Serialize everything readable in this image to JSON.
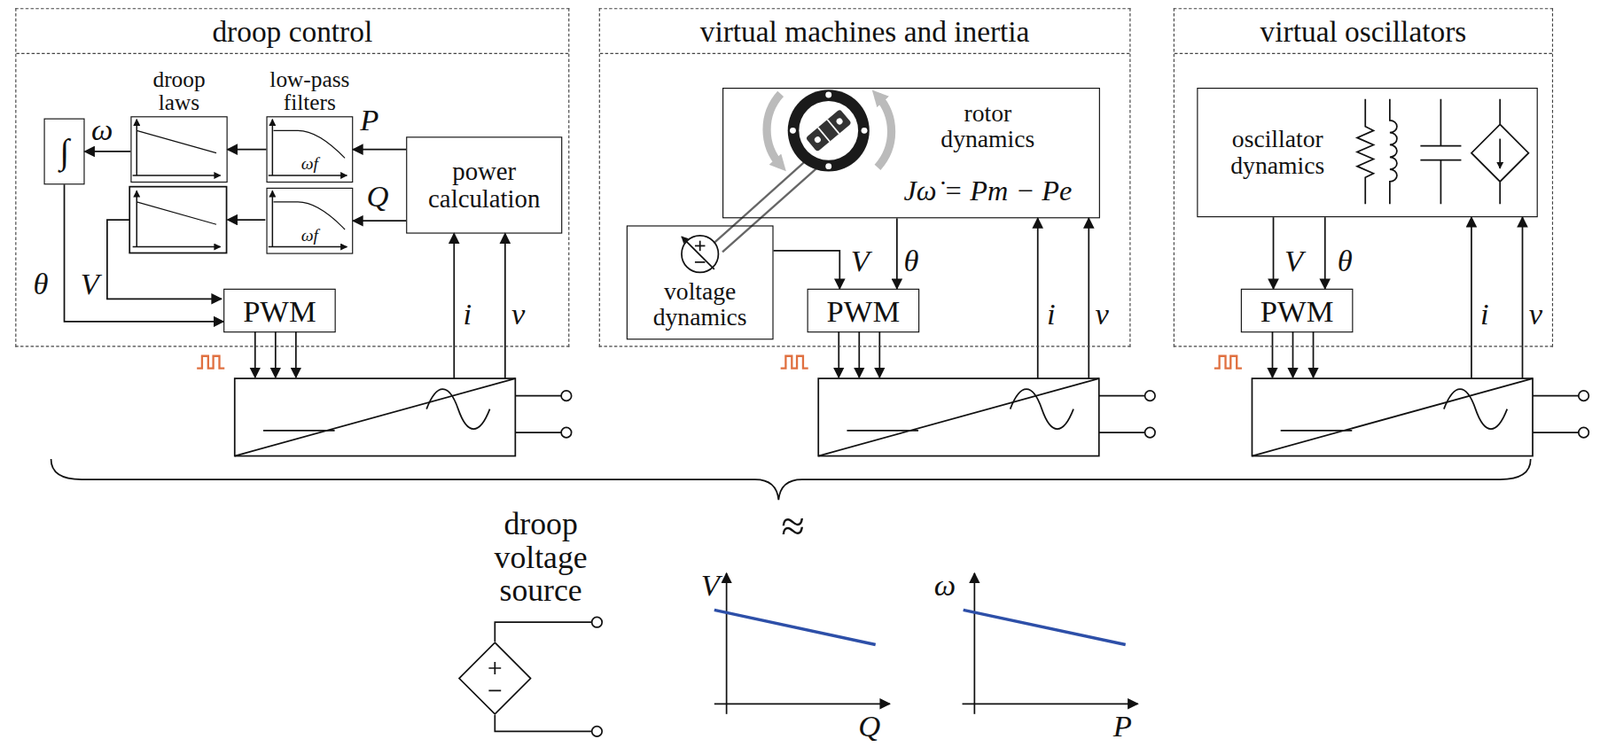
{
  "diagram": {
    "nodes": [
      {
        "text": [
          "droop control"
        ]
      },
      {
        "text": [
          "∫"
        ],
        "in": 0
      },
      {
        "text": [
          "droop laws"
        ],
        "in": 0
      },
      {
        "text": [
          "low-pass filters",
          "ωf"
        ],
        "in": 0
      },
      {
        "text": [
          "ωf"
        ],
        "in": 0
      },
      {
        "text": [
          "power calculation"
        ],
        "in": 0
      },
      {
        "text": [
          "PWM"
        ],
        "in": 0
      },
      {
        "text": [
          "virtual machines and inertia"
        ]
      },
      {
        "text": [
          "rotor dynamics",
          "Jω̇ = Pm − Pe"
        ],
        "in": 7
      },
      {
        "text": [
          "voltage dynamics"
        ],
        "in": 7
      },
      {
        "text": [
          "PWM"
        ],
        "in": 7
      },
      {
        "text": [
          "virtual oscillators"
        ]
      },
      {
        "text": [
          "oscillator dynamics"
        ],
        "in": 11
      },
      {
        "text": [
          "PWM"
        ],
        "in": 11
      },
      {
        "text": [
          "droop voltage source"
        ]
      }
    ],
    "edges": [
      {
        "from": 5,
        "to": 3,
        "label": "P",
        "arrow": "to"
      },
      {
        "from": 3,
        "to": 2,
        "arrow": "to"
      },
      {
        "from": 2,
        "to": 1,
        "label": "ω",
        "arrow": "to"
      },
      {
        "from": 1,
        "to": 6,
        "label": "θ",
        "arrow": "to"
      },
      {
        "from": 5,
        "to": 4,
        "label": "Q",
        "arrow": "to"
      },
      {
        "from": 9,
        "to": 10,
        "label": "V",
        "arrow": "to"
      },
      {
        "from": 8,
        "to": 10,
        "label": "θ",
        "arrow": "to"
      },
      {
        "from": 12,
        "to": 13,
        "label": "V",
        "arrow": "to"
      },
      {
        "from": 12,
        "to": 13,
        "label": "θ",
        "arrow": "to"
      }
    ],
    "labels": [
      "V",
      "i",
      "v",
      "i",
      "v",
      "i",
      "v",
      "≈",
      "V",
      "Q",
      "ω",
      "P"
    ]
  }
}
